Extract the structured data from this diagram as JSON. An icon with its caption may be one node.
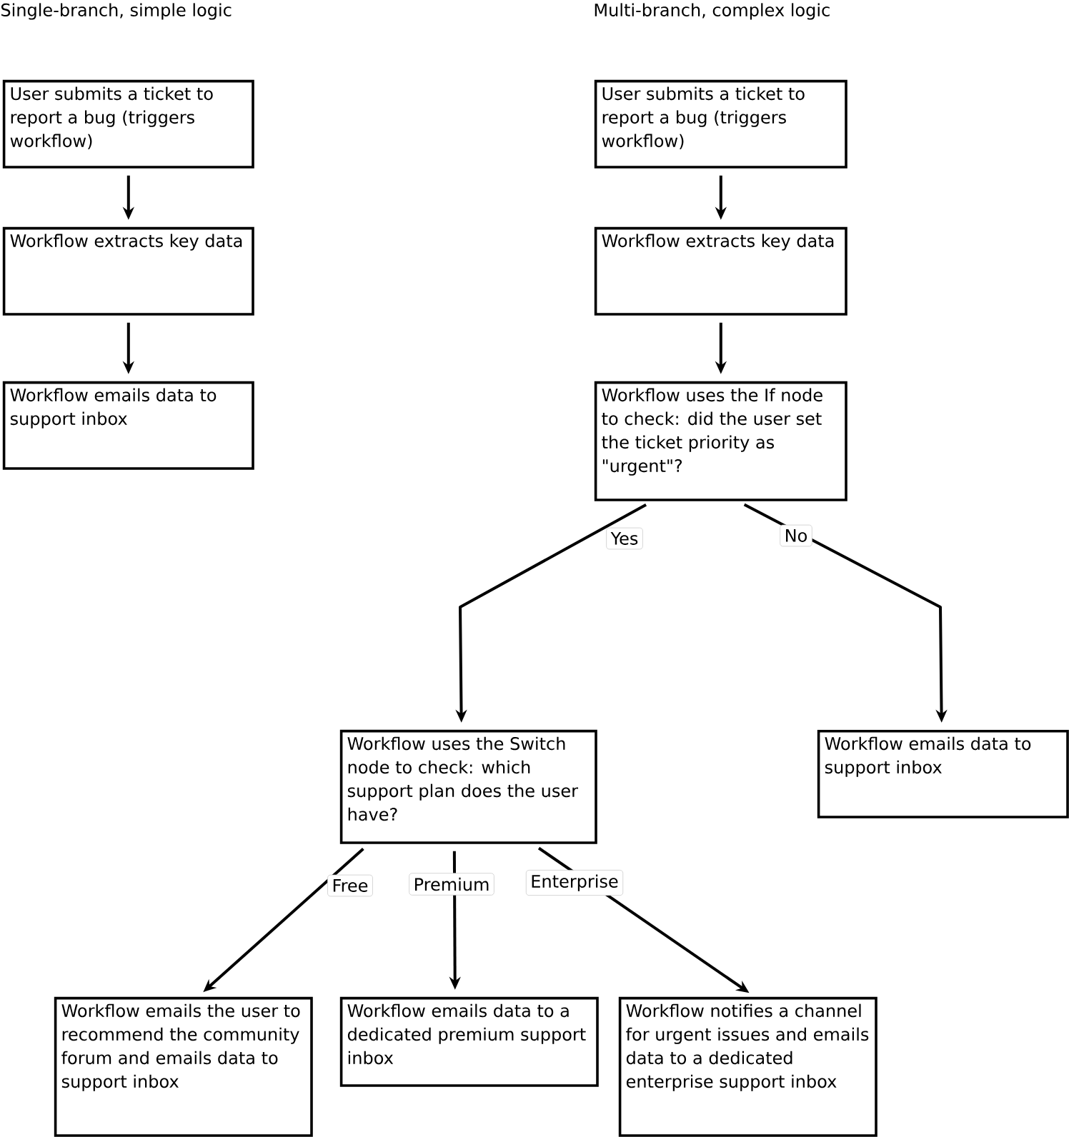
{
  "diagram": {
    "nodes": [
      {
        "text": [
          "User submits a ticket to report a bug (triggers workflow)"
        ]
      },
      {
        "text": [
          "Workflow extracts key data"
        ]
      },
      {
        "text": [
          "Workflow emails data to support inbox"
        ]
      },
      {
        "text": [
          "User submits a ticket to report a bug (triggers workflow)"
        ]
      },
      {
        "text": [
          "Workflow extracts key data"
        ]
      },
      {
        "text": [
          "Workflow uses the If node to check: did the user set the ticket priority as \"urgent\"?"
        ]
      },
      {
        "text": [
          "Workflow uses the Switch node to check: which support plan does the user have?"
        ]
      },
      {
        "text": [
          "Workflow emails data to support inbox"
        ]
      },
      {
        "text": [
          "Workflow emails the user to recommend the community forum and emails data to support inbox"
        ]
      },
      {
        "text": [
          "Workflow emails data to a dedicated premium support inbox"
        ]
      },
      {
        "text": [
          "Workflow notifies a channel for urgent issues and emails data to a dedicated enterprise support inbox"
        ]
      }
    ],
    "edges": [
      {
        "from": 0,
        "to": 1,
        "arrow": "to"
      },
      {
        "from": 1,
        "to": 2,
        "arrow": "to"
      },
      {
        "from": 3,
        "to": 4,
        "arrow": "to"
      },
      {
        "from": 4,
        "to": 5,
        "arrow": "to"
      },
      {
        "from": 5,
        "to": 6,
        "arrow": "to",
        "label": "Yes"
      },
      {
        "from": 5,
        "to": 7,
        "arrow": "to",
        "label": "No"
      },
      {
        "from": 6,
        "to": 8,
        "arrow": "to",
        "label": "Free"
      },
      {
        "from": 6,
        "to": 9,
        "arrow": "to",
        "label": "Premium"
      },
      {
        "from": 6,
        "to": 10,
        "arrow": "to",
        "label": "Enterprise"
      }
    ],
    "labels": [
      "Single-branch, simple logic",
      "Multi-branch, complex logic"
    ]
  }
}
